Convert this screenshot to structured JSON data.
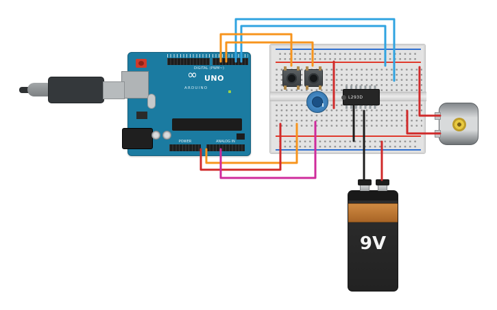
{
  "colors": {
    "arduino_board": "#1b7ba1",
    "rail_red": "#e0392b",
    "rail_blue": "#2f6fd0",
    "battery_band": "#a96526",
    "motor_shaft_yellow": "#e8c93f",
    "potentiometer_blue": "#2d6aa0"
  },
  "arduino": {
    "labels": {
      "digital": "DIGITAL (PWM~)",
      "infinity": "∞",
      "model": "UNO",
      "brand": "ARDUINO",
      "power": "POWER",
      "analog": "ANALOG IN"
    }
  },
  "components": {
    "motor_driver": {
      "label": "L293D"
    },
    "battery": {
      "label": "9V"
    }
  },
  "wires": [
    {
      "name": "blue-wire-digital-1",
      "color": "#2fa3e0"
    },
    {
      "name": "blue-wire-digital-2",
      "color": "#2fa3e0"
    },
    {
      "name": "orange-wire-button-1",
      "color": "#f7941d"
    },
    {
      "name": "orange-wire-button-2",
      "color": "#f7941d"
    },
    {
      "name": "orange-wire-bottom",
      "color": "#f7941d"
    },
    {
      "name": "red-wire-5v",
      "color": "#d02a2a"
    },
    {
      "name": "magenta-wire-analog",
      "color": "#cf2b9b"
    },
    {
      "name": "red-wire-rail-jumper",
      "color": "#d02a2a"
    },
    {
      "name": "black-wire-ic-ground",
      "color": "#1c1c1c"
    },
    {
      "name": "black-wire-battery-neg",
      "color": "#1c1c1c"
    },
    {
      "name": "red-wire-battery-pos",
      "color": "#d02a2a"
    },
    {
      "name": "red-wire-motor-a",
      "color": "#d02a2a"
    },
    {
      "name": "red-wire-motor-b",
      "color": "#d02a2a"
    }
  ]
}
